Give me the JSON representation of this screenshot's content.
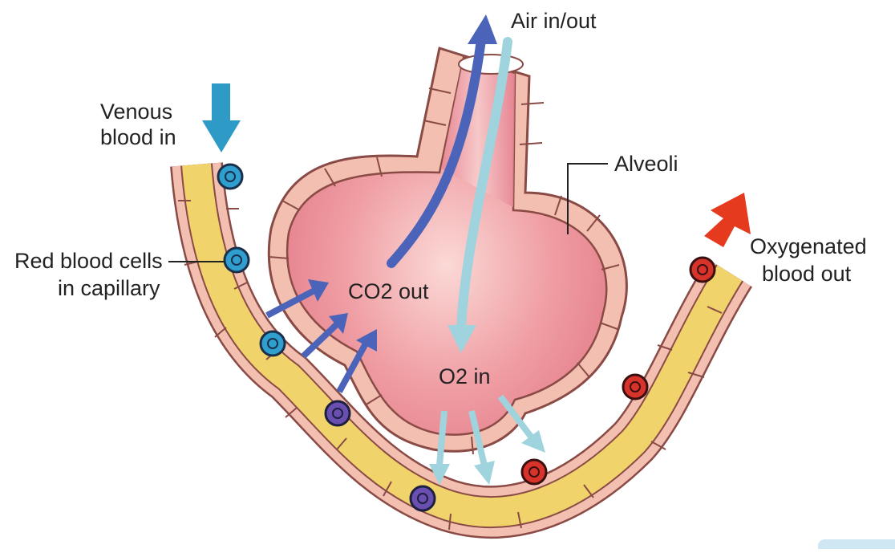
{
  "labels": {
    "air": "Air in/out",
    "venous_line1": "Venous",
    "venous_line2": "blood in",
    "alveoli": "Alveoli",
    "rbc_line1": "Red blood cells",
    "rbc_line2": "in capillary",
    "co2": "CO2 out",
    "o2": "O2 in",
    "oxy_line1": "Oxygenated",
    "oxy_line2": "blood out"
  },
  "colors": {
    "background": "#ffffff",
    "alveolus_fill": "#e9828f",
    "alveolus_light": "#f7c6c6",
    "alveolus_wall": "#f3c3b4",
    "wall_outline": "#8a4a45",
    "capillary_fill": "#f0d36a",
    "capillary_outline": "#8a4a45",
    "venous_arrow": "#2e9bc7",
    "oxygenated_arrow": "#e63a1f",
    "co2_arrow": "#4b63b8",
    "o2_arrow": "#9fd3dd",
    "cell_blue": "#2f9fd0",
    "cell_purple": "#6a4fb0",
    "cell_red": "#d8332a"
  }
}
